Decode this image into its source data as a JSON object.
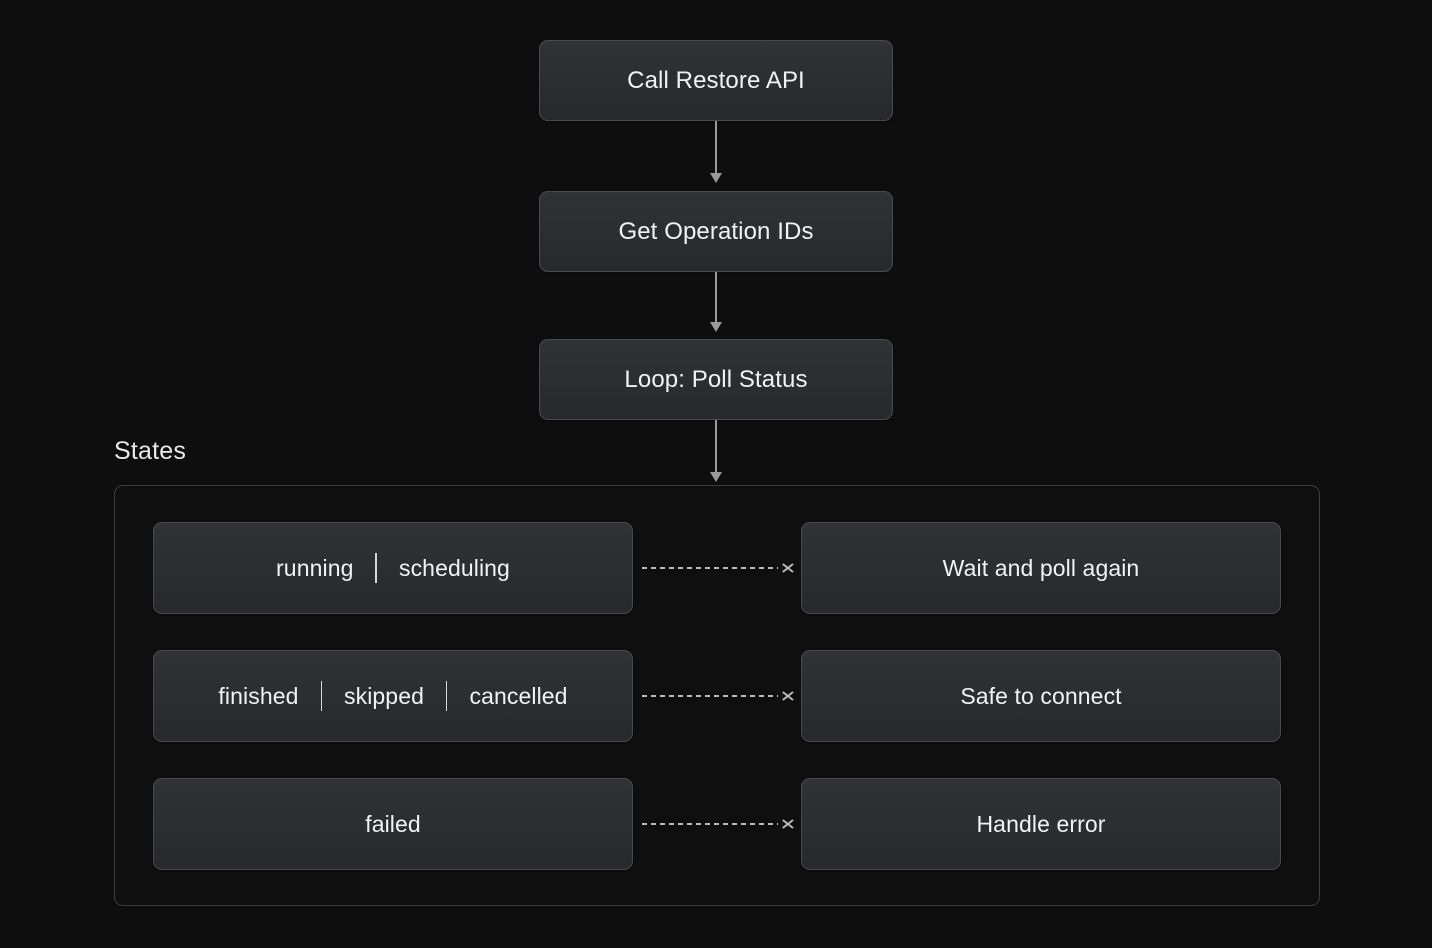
{
  "diagram": {
    "background_color": "#0e0e0f",
    "node_fill_color": "#2c2d31",
    "node_border_color": "#4a4b50",
    "text_color": "#f2f2f3",
    "connector_color": "#9a9a9c",
    "dashed_connector_color": "#b9b9bb"
  },
  "flow": {
    "nodes": [
      {
        "id": "call-restore-api",
        "label": "Call Restore API"
      },
      {
        "id": "get-operation-ids",
        "label": "Get Operation IDs"
      },
      {
        "id": "loop-poll-status",
        "label": "Loop: Poll Status"
      }
    ]
  },
  "states_group": {
    "label": "States",
    "rows": [
      {
        "id": "running",
        "states": [
          "running",
          "scheduling"
        ],
        "action": "Wait and poll again"
      },
      {
        "id": "finished",
        "states": [
          "finished",
          "skipped",
          "cancelled"
        ],
        "action": "Safe to connect"
      },
      {
        "id": "failed",
        "states": [
          "failed"
        ],
        "action": "Handle error"
      }
    ]
  }
}
